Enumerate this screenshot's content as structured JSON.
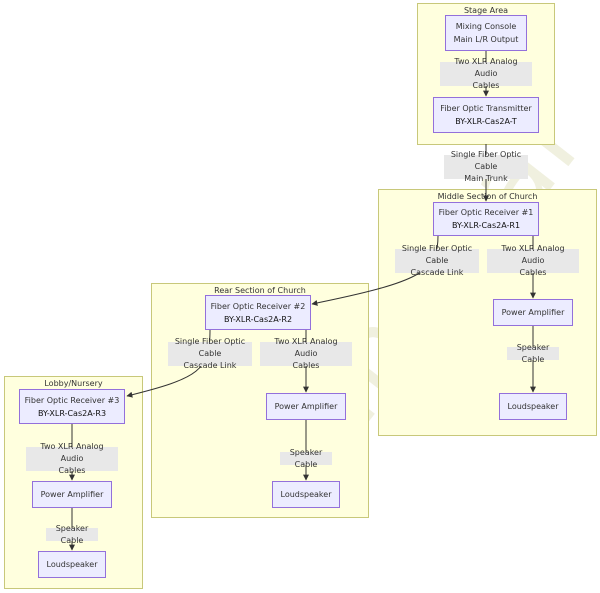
{
  "clusters": {
    "stage": {
      "title": "Stage Area"
    },
    "middle": {
      "title": "Middle Section of Church"
    },
    "rear": {
      "title": "Rear Section of Church"
    },
    "lobby": {
      "title": "Lobby/Nursery"
    }
  },
  "nodes": {
    "console": {
      "line1": "Mixing Console",
      "line2": "Main L/R Output"
    },
    "transmitter": {
      "line1": "Fiber Optic Transmitter",
      "line2": "BY-XLR-Cas2A-T"
    },
    "receiver1": {
      "line1": "Fiber Optic Receiver #1",
      "line2": "BY-XLR-Cas2A-R1"
    },
    "receiver2": {
      "line1": "Fiber Optic Receiver #2",
      "line2": "BY-XLR-Cas2A-R2"
    },
    "receiver3": {
      "line1": "Fiber Optic Receiver #3",
      "line2": "BY-XLR-Cas2A-R3"
    },
    "amp1": {
      "label": "Power Amplifier"
    },
    "amp2": {
      "label": "Power Amplifier"
    },
    "amp3": {
      "label": "Power Amplifier"
    },
    "speaker1": {
      "label": "Loudspeaker"
    },
    "speaker2": {
      "label": "Loudspeaker"
    },
    "speaker3": {
      "label": "Loudspeaker"
    }
  },
  "edges": {
    "console_tx": {
      "line1": "Two XLR Analog Audio",
      "line2": "Cables"
    },
    "tx_r1": {
      "line1": "Single Fiber Optic Cable",
      "line2": "Main Trunk"
    },
    "r1_r2": {
      "line1": "Single Fiber Optic Cable",
      "line2": "Cascade Link"
    },
    "r1_amp": {
      "line1": "Two XLR Analog Audio",
      "line2": "Cables"
    },
    "amp1_spk": {
      "label": "Speaker Cable"
    },
    "r2_r3": {
      "line1": "Single Fiber Optic Cable",
      "line2": "Cascade Link"
    },
    "r2_amp": {
      "line1": "Two XLR Analog Audio",
      "line2": "Cables"
    },
    "amp2_spk": {
      "label": "Speaker Cable"
    },
    "r3_amp": {
      "line1": "Two XLR Analog Audio",
      "line2": "Cables"
    },
    "amp3_spk": {
      "label": "Speaker Cable"
    }
  },
  "watermark": "Transwar",
  "colors": {
    "cluster_fill": "#ffffde",
    "cluster_border": "#c8c87a",
    "node_fill": "#ececff",
    "node_border": "#9370db",
    "edge": "#333333",
    "edge_label_bg": "#e8e8e8"
  }
}
